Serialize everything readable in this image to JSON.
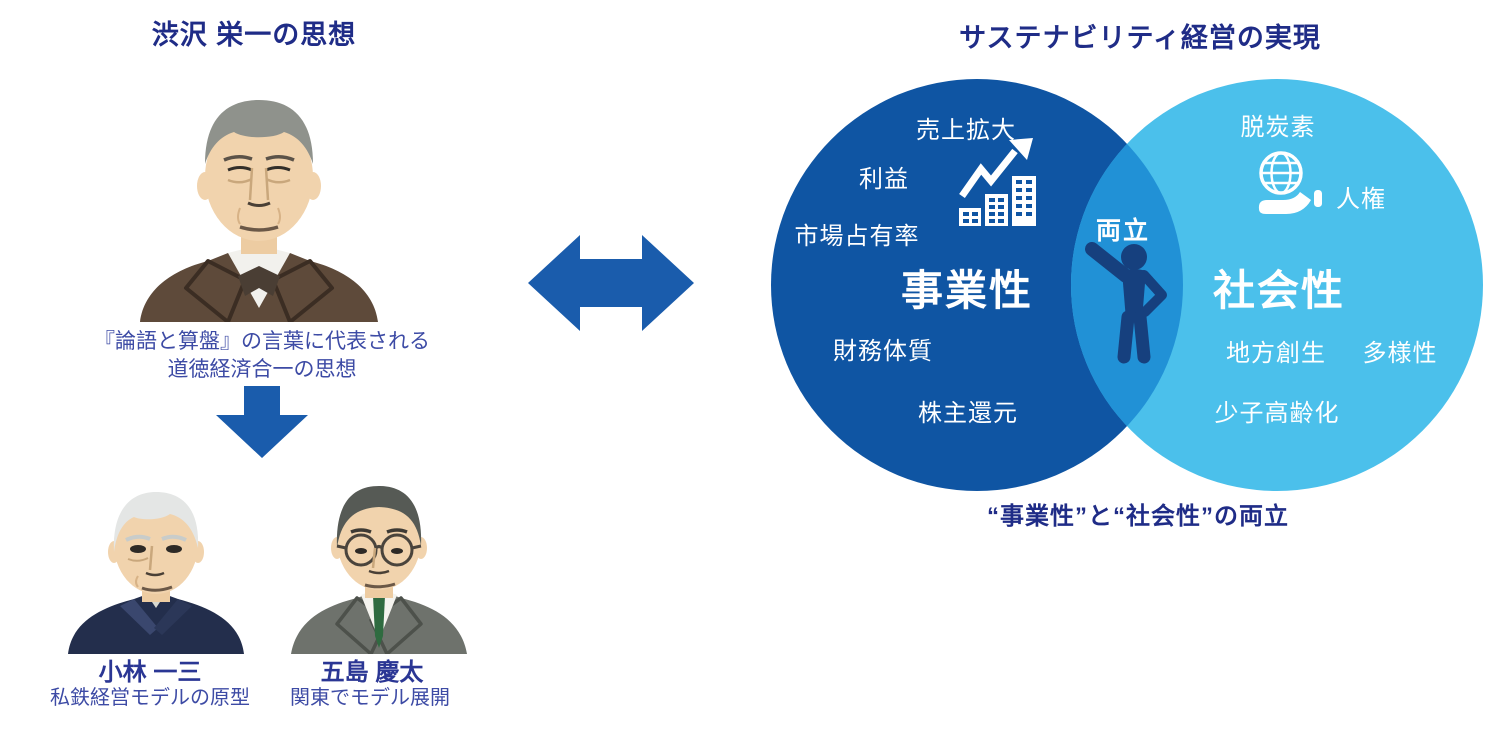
{
  "left_panel": {
    "title": "渋沢 栄一の思想",
    "philosophy_line1": "『論語と算盤』の言葉に代表される",
    "philosophy_line2": "道徳経済合一の思想",
    "successors": [
      {
        "name": "小林 一三",
        "description": "私鉄経営モデルの原型"
      },
      {
        "name": "五島 慶太",
        "description": "関東でモデル展開"
      }
    ]
  },
  "right_panel": {
    "title": "サステナビリティ経営の実現",
    "caption": "“事業性”と“社会性”の両立",
    "venn": {
      "business": {
        "label": "事業性",
        "items": [
          "売上拡大",
          "利益",
          "市場占有率",
          "財務体質",
          "株主還元"
        ]
      },
      "social": {
        "label": "社会性",
        "items": [
          "脱炭素",
          "人権",
          "地方創生",
          "多様性",
          "少子高齢化"
        ]
      },
      "overlap_label": "両立"
    }
  },
  "icons": {
    "growth": "growth-chart-icon",
    "globe_hand": "globe-in-hand-icon",
    "person": "standing-person-icon",
    "double_arrow": "double-headed-arrow-icon",
    "down_arrow": "down-arrow-icon"
  },
  "colors": {
    "title_navy": "#1F2C87",
    "body_text": "#3D4BA5",
    "arrow_blue": "#1A5CAC",
    "business_circle": "#0F55A3",
    "social_circle": "#4BC0EB",
    "overlap_lens": "#2191D6",
    "person_figure": "#16407E"
  }
}
